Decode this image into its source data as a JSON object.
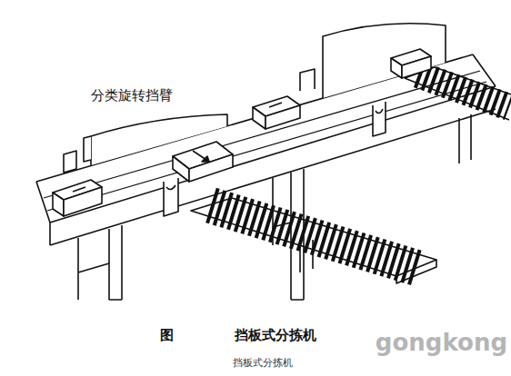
{
  "diagram": {
    "caption": "挡板式分拣机",
    "labels": [
      "分类旋转挡臂",
      "图",
      "挡板式分拣机",
      "gongkong"
    ]
  }
}
